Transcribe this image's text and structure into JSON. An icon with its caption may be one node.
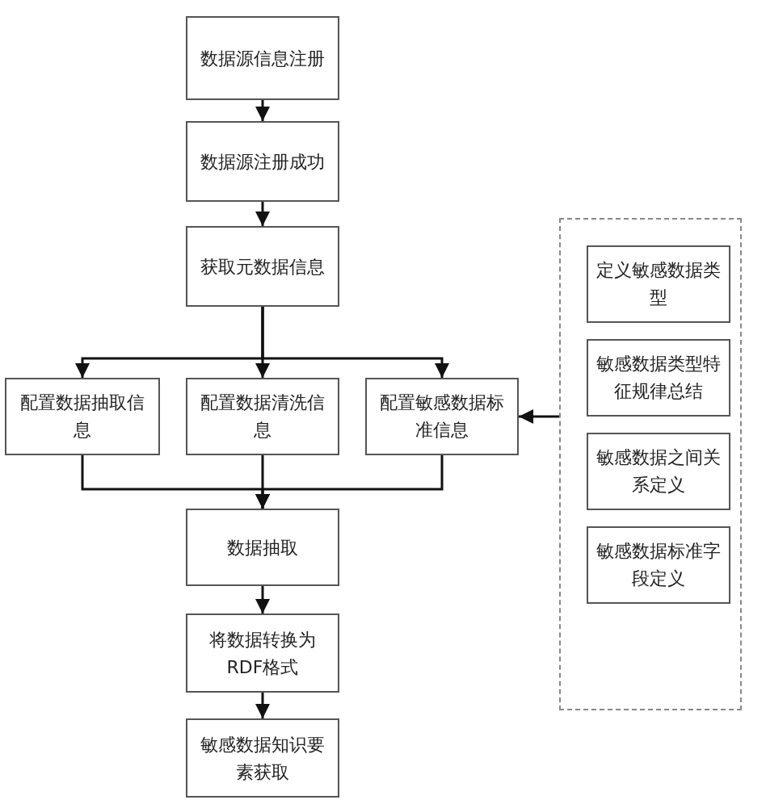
{
  "diagram": {
    "nodes": [
      {
        "text": [
          "数据源信息注册"
        ]
      },
      {
        "text": [
          "数据源注册成功"
        ]
      },
      {
        "text": [
          "获取元数据信息"
        ]
      },
      {
        "text": [
          "配置数据抽取信息"
        ]
      },
      {
        "text": [
          "配置数据清洗信息"
        ]
      },
      {
        "text": [
          "配置敏感数据标准信息"
        ]
      },
      {
        "text": [
          "数据抽取"
        ]
      },
      {
        "text": [
          "将数据转换为RDF格式"
        ]
      },
      {
        "text": [
          "敏感数据知识要素获取"
        ]
      },
      {
        "text": [],
        "shape": "box"
      },
      {
        "text": [
          "定义敏感数据类型"
        ],
        "in": 9
      },
      {
        "text": [
          "敏感数据类型特征规律总结"
        ],
        "in": 9
      },
      {
        "text": [
          "敏感数据之间关系定义"
        ],
        "in": 9
      },
      {
        "text": [
          "敏感数据标准字段定义"
        ],
        "in": 9
      }
    ],
    "edges": [
      {
        "from": 0,
        "to": 1,
        "arrow": "to"
      },
      {
        "from": 1,
        "to": 2,
        "arrow": "to"
      },
      {
        "from": 2,
        "to": 3,
        "arrow": "to"
      },
      {
        "from": 2,
        "to": 4,
        "arrow": "to"
      },
      {
        "from": 2,
        "to": 5,
        "arrow": "to"
      },
      {
        "from": 3,
        "to": 6,
        "arrow": "to"
      },
      {
        "from": 4,
        "to": 6,
        "arrow": "to"
      },
      {
        "from": 5,
        "to": 6,
        "arrow": "to"
      },
      {
        "from": 6,
        "to": 7,
        "arrow": "to"
      },
      {
        "from": 7,
        "to": 8,
        "arrow": "to"
      },
      {
        "from": 9,
        "to": 5,
        "arrow": "to"
      }
    ]
  }
}
